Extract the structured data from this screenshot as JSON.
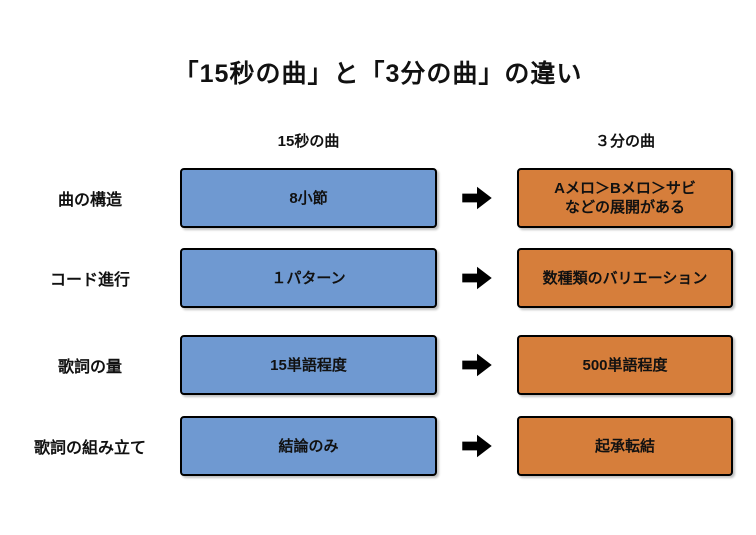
{
  "title": "「15秒の曲」と「3分の曲」の違い",
  "columns": {
    "left_header": "15秒の曲",
    "right_header": "３分の曲"
  },
  "rows": [
    {
      "label": "曲の構造",
      "left": "8小節",
      "right_line1": "Aメロ＞Bメロ＞サビ",
      "right_line2": "などの展開がある"
    },
    {
      "label": "コード進行",
      "left": "１パターン",
      "right_line1": "数種類のバリエーション",
      "right_line2": ""
    },
    {
      "label": "歌詞の量",
      "left": "15単語程度",
      "right_line1": "500単語程度",
      "right_line2": ""
    },
    {
      "label": "歌詞の組み立て",
      "left": "結論のみ",
      "right_line1": "起承転結",
      "right_line2": ""
    }
  ],
  "icons": {
    "arrow": "right-arrow-icon"
  },
  "colors": {
    "left_box_fill": "#6f99d1",
    "right_box_fill": "#d67e3b",
    "box_border": "#000000",
    "arrow": "#000000",
    "background": "#ffffff",
    "text": "#111111"
  }
}
